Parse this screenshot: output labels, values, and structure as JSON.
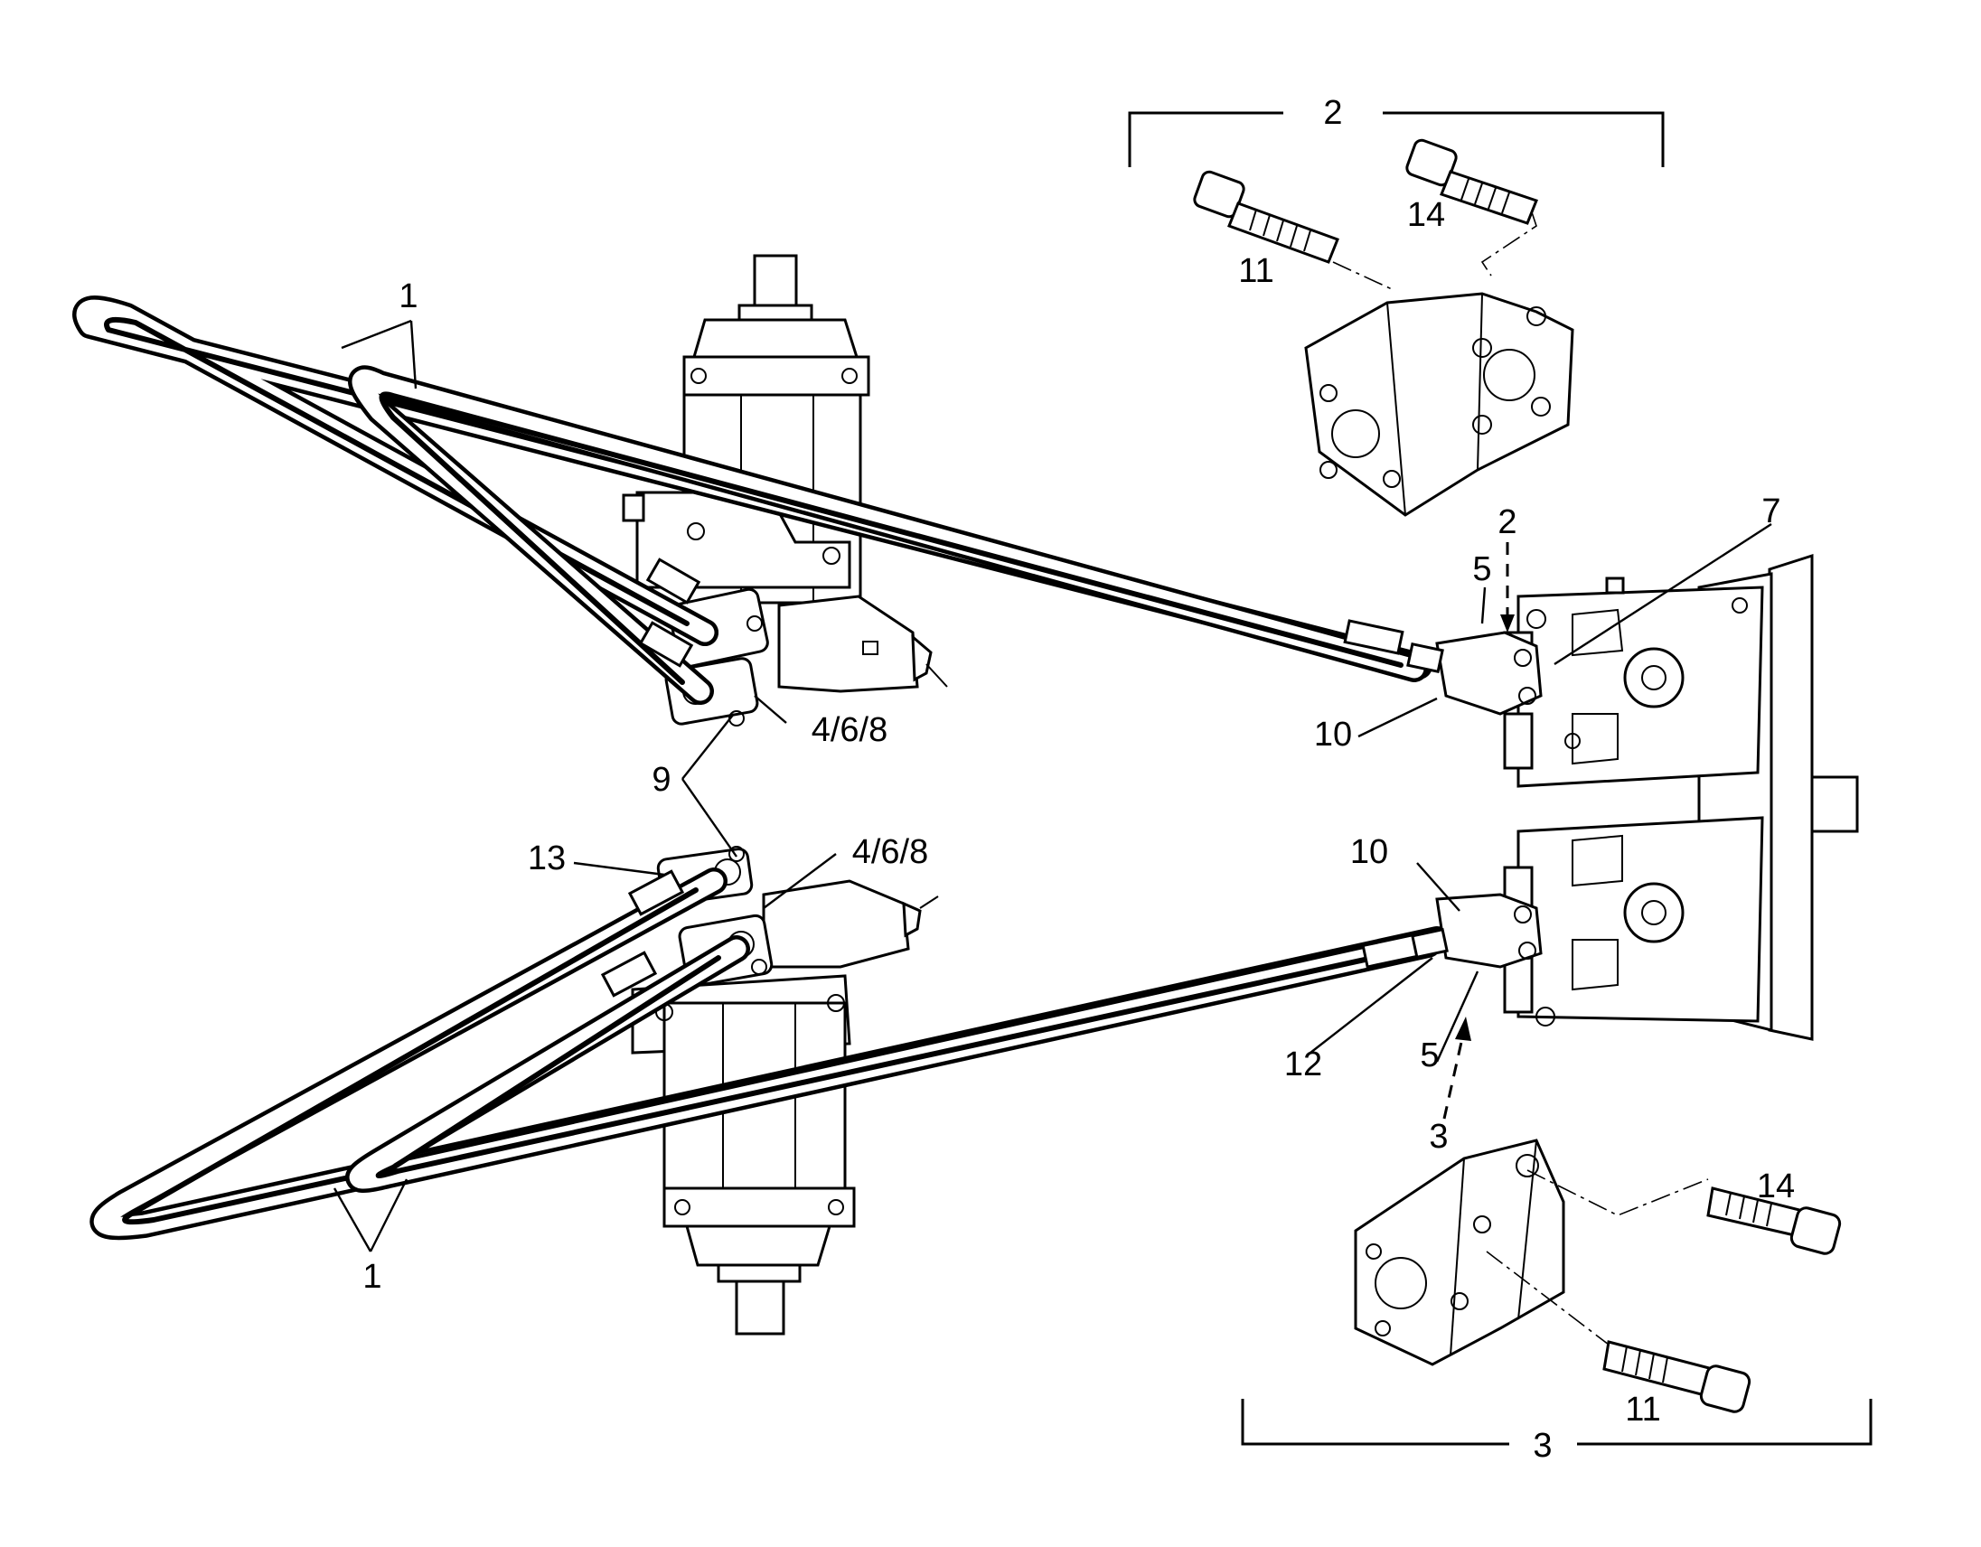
{
  "callouts": {
    "hose_top": "1",
    "hose_bottom": "1",
    "kit_top": "2",
    "kit_top_ref": "2",
    "kit_bottom": "3",
    "kit_bottom_ref": "3",
    "bolt_14_top": "14",
    "bolt_11_top": "11",
    "bolt_14_bottom": "14",
    "bolt_11_bottom": "11",
    "item_5_top": "5",
    "item_5_bottom": "5",
    "item_7": "7",
    "item_10_top": "10",
    "item_10_bottom": "10",
    "item_12": "12",
    "item_13": "13",
    "item_9": "9",
    "item_468_top": "4/6/8",
    "item_468_bottom": "4/6/8"
  }
}
